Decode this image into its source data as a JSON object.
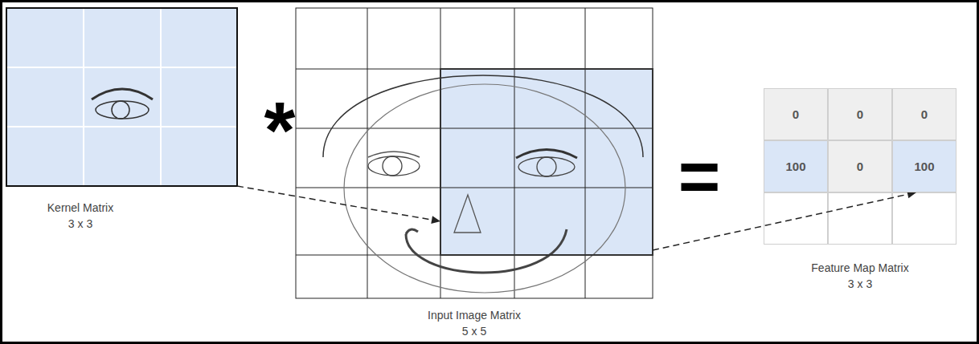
{
  "diagram": {
    "nodes": [
      {
        "text": [
          "Kernel Matrix",
          "3 x 3"
        ]
      },
      {
        "text": [
          "Input Image Matrix",
          "5 x 5"
        ]
      },
      {
        "text": [
          "Feature Map Matrix",
          "3 x 3"
        ]
      },
      {
        "text": [
          "0"
        ],
        "in": 2
      },
      {
        "text": [
          "0"
        ],
        "in": 2
      },
      {
        "text": [
          "0"
        ],
        "in": 2
      },
      {
        "text": [
          "100"
        ],
        "in": 2
      },
      {
        "text": [
          "0"
        ],
        "in": 2
      },
      {
        "text": [
          "100"
        ],
        "in": 2
      }
    ],
    "edges": [
      {
        "from": 0,
        "to": 1,
        "arrow": "to"
      },
      {
        "from": 1,
        "to": 8,
        "arrow": "to"
      }
    ],
    "labels": [
      "*",
      "="
    ]
  }
}
